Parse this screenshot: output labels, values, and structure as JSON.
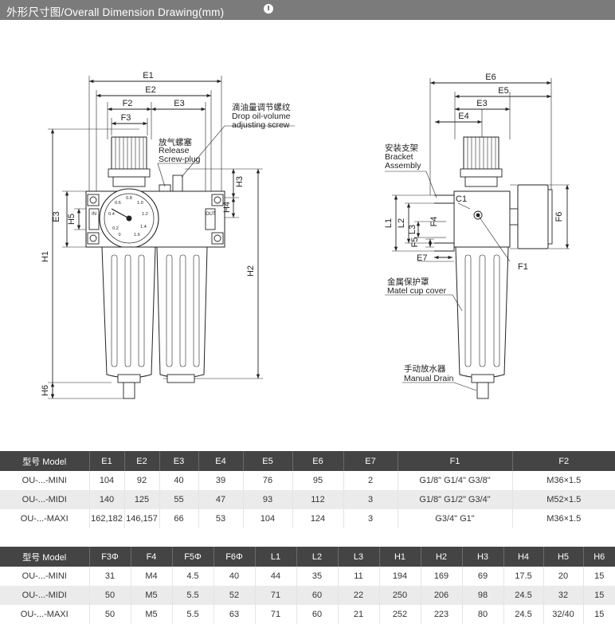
{
  "header": {
    "title": "外形尺寸图/Overall Dimension Drawing(mm)",
    "icon": "info-icon"
  },
  "drawing": {
    "front_dims": [
      "E1",
      "E2",
      "F2",
      "F3",
      "E3",
      "H3",
      "H4",
      "H5",
      "E3",
      "H1",
      "H2",
      "H6"
    ],
    "side_dims": [
      "E6",
      "E5",
      "E3",
      "E4",
      "C1",
      "F6",
      "L1",
      "L2",
      "L3",
      "F4",
      "F5",
      "E7",
      "F1"
    ],
    "annotations": {
      "drop_oil_cn": "滴油量调节螺纹",
      "drop_oil_en1": "Drop oil-volume",
      "drop_oil_en2": "adjusting screw",
      "release_cn": "放气螺塞",
      "release_en1": "Release",
      "release_en2": "Screw-plug",
      "bracket_cn": "安装支架",
      "bracket_en1": "Bracket",
      "bracket_en2": "Assembly",
      "cup_cn": "金属保护罩",
      "cup_en": "Matel cup cover",
      "drain_cn": "手动放水器",
      "drain_en": "Manual Drain",
      "in_label": "IN",
      "out_label": "OUT"
    },
    "gauge_ticks": [
      "0.2",
      "0.4",
      "0.6",
      "0.8",
      "1.0",
      "1.2",
      "1.4",
      "1.6",
      "0"
    ]
  },
  "table1": {
    "headers": [
      "型号  Model",
      "E1",
      "E2",
      "E3",
      "E4",
      "E5",
      "E6",
      "E7",
      "F1",
      "F2"
    ],
    "rows": [
      [
        "OU-...-MINI",
        "104",
        "92",
        "40",
        "39",
        "76",
        "95",
        "2",
        "G1/8\"  G1/4\"  G3/8\"",
        "M36×1.5"
      ],
      [
        "OU-...-MIDI",
        "140",
        "125",
        "55",
        "47",
        "93",
        "112",
        "3",
        "G1/8\"  G1/2\"  G3/4\"",
        "M52×1.5"
      ],
      [
        "OU-...-MAXI",
        "162,182",
        "146,157",
        "66",
        "53",
        "104",
        "124",
        "3",
        "G3/4\"  G1\"",
        "M36×1.5"
      ]
    ]
  },
  "table2": {
    "headers": [
      "型号  Model",
      "F3Φ",
      "F4",
      "F5Φ",
      "F6Φ",
      "L1",
      "L2",
      "L3",
      "H1",
      "H2",
      "H3",
      "H4",
      "H5",
      "H6"
    ],
    "rows": [
      [
        "OU-...-MINI",
        "31",
        "M4",
        "4.5",
        "40",
        "44",
        "35",
        "11",
        "194",
        "169",
        "69",
        "17.5",
        "20",
        "15"
      ],
      [
        "OU-...-MIDI",
        "50",
        "M5",
        "5.5",
        "52",
        "71",
        "60",
        "22",
        "250",
        "206",
        "98",
        "24.5",
        "32",
        "15"
      ],
      [
        "OU-...-MAXI",
        "50",
        "M5",
        "5.5",
        "63",
        "71",
        "60",
        "21",
        "252",
        "223",
        "80",
        "24.5",
        "32/40",
        "15"
      ]
    ]
  }
}
